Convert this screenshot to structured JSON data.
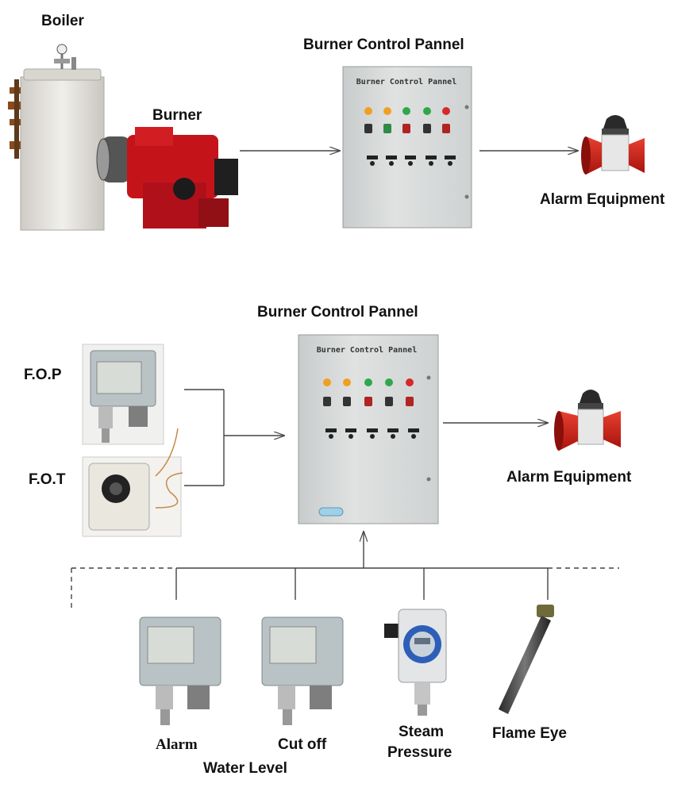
{
  "top": {
    "boiler_label": "Boiler",
    "burner_label": "Burner",
    "panel_heading": "Burner  Control  Pannel",
    "panel_plate": "Burner Control Pannel",
    "alarm_label": "Alarm Equipment"
  },
  "bottom": {
    "panel_heading": "Burner  Control  Pannel",
    "panel_plate": "Burner Control Pannel",
    "fop_label": "F.O.P",
    "fot_label": "F.O.T",
    "alarm_label": "Alarm Equipment",
    "sensors": {
      "alarm": "Alarm",
      "cut_off": "Cut off",
      "water_level": "Water  Level",
      "steam_pressure_1": "Steam",
      "steam_pressure_2": "Pressure",
      "flame_eye": "Flame Eye"
    }
  },
  "colors": {
    "panel": "#d9dcdc",
    "burner_red": "#c4141a",
    "lamp_amber": "#f0a020",
    "lamp_green": "#2ea84a",
    "lamp_red": "#d42a2a",
    "device_gray": "#b9c2c4"
  }
}
